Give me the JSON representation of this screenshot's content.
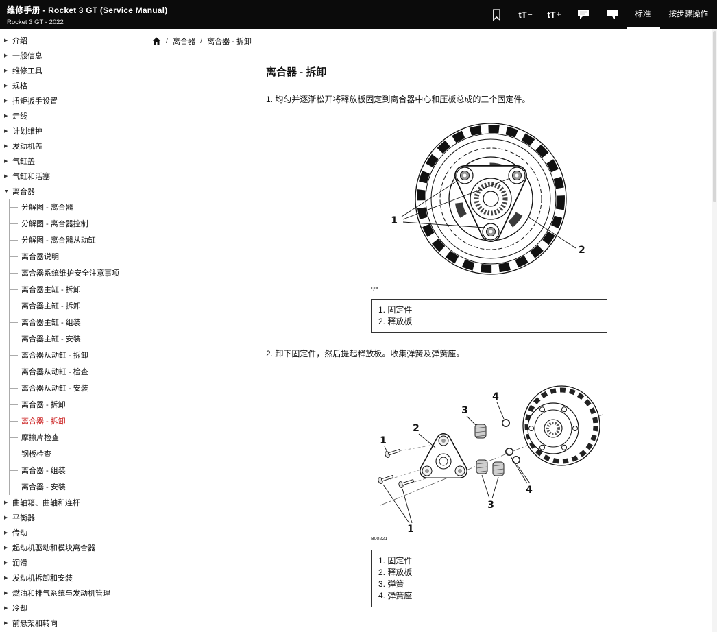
{
  "header": {
    "title": "维修手册 - Rocket 3 GT (Service Manual)",
    "subtitle": "Rocket 3 GT - 2022",
    "font_smaller": {
      "text": "tT",
      "sign": "−"
    },
    "font_larger": {
      "text": "tT",
      "sign": "+"
    },
    "tabs": [
      {
        "label": "标准",
        "active": true
      },
      {
        "label": "按步骤操作",
        "active": false
      }
    ]
  },
  "icons": {
    "chevron_collapsed": "▶",
    "chevron_expanded": "▼"
  },
  "colors": {
    "header_bg": "#0b0b0b",
    "active_item_red": "#cc2222"
  },
  "sidebar": {
    "items": [
      {
        "label": "介绍"
      },
      {
        "label": "一般信息"
      },
      {
        "label": "维修工具"
      },
      {
        "label": "规格"
      },
      {
        "label": "扭矩扳手设置"
      },
      {
        "label": "走线"
      },
      {
        "label": "计划维护"
      },
      {
        "label": "发动机盖"
      },
      {
        "label": "气缸盖"
      },
      {
        "label": "气缸和活塞"
      },
      {
        "label": "离合器",
        "expanded": true
      },
      {
        "label": "曲轴箱、曲轴和连杆"
      },
      {
        "label": "平衡器"
      },
      {
        "label": "传动"
      },
      {
        "label": "起动机驱动和模块离合器"
      },
      {
        "label": "润滑"
      },
      {
        "label": "发动机拆卸和安装"
      },
      {
        "label": "燃油和排气系统与发动机管理"
      },
      {
        "label": "冷却"
      },
      {
        "label": "前悬架和转向"
      }
    ],
    "clutch_children": [
      {
        "label": "分解图 - 离合器"
      },
      {
        "label": "分解图 - 离合器控制"
      },
      {
        "label": "分解图 - 离合器从动缸"
      },
      {
        "label": "离合器说明"
      },
      {
        "label": "离合器系统维护安全注意事项"
      },
      {
        "label": "离合器主缸 - 拆卸"
      },
      {
        "label": "离合器主缸 - 拆卸"
      },
      {
        "label": "离合器主缸 - 组装"
      },
      {
        "label": "离合器主缸 - 安装"
      },
      {
        "label": "离合器从动缸 - 拆卸"
      },
      {
        "label": "离合器从动缸 - 检查"
      },
      {
        "label": "离合器从动缸 - 安装"
      },
      {
        "label": "离合器 - 拆卸"
      },
      {
        "label": "离合器 - 拆卸",
        "active": true
      },
      {
        "label": "摩擦片检查"
      },
      {
        "label": "钢板检查"
      },
      {
        "label": "离合器 - 组装"
      },
      {
        "label": "离合器 - 安装"
      }
    ]
  },
  "breadcrumb": {
    "separator": "/",
    "items": [
      "离合器",
      "离合器 - 拆卸"
    ]
  },
  "content": {
    "title": "离合器 - 拆卸",
    "steps": [
      "1. 均匀并逐渐松开将释放板固定到离合器中心和压板总成的三个固定件。",
      "2. 卸下固定件，然后提起释放板。收集弹簧及弹簧座。"
    ],
    "fig1": {
      "code": "cjrx",
      "callout_1": "1",
      "callout_2": "2",
      "legend": [
        "1. 固定件",
        "2. 释放板"
      ]
    },
    "fig2": {
      "code": "B00221",
      "callout_1": "1",
      "callout_2": "2",
      "callout_3": "3",
      "callout_4": "4",
      "legend": [
        "1. 固定件",
        "2. 释放板",
        "3. 弹簧",
        "4. 弹簧座"
      ]
    }
  }
}
